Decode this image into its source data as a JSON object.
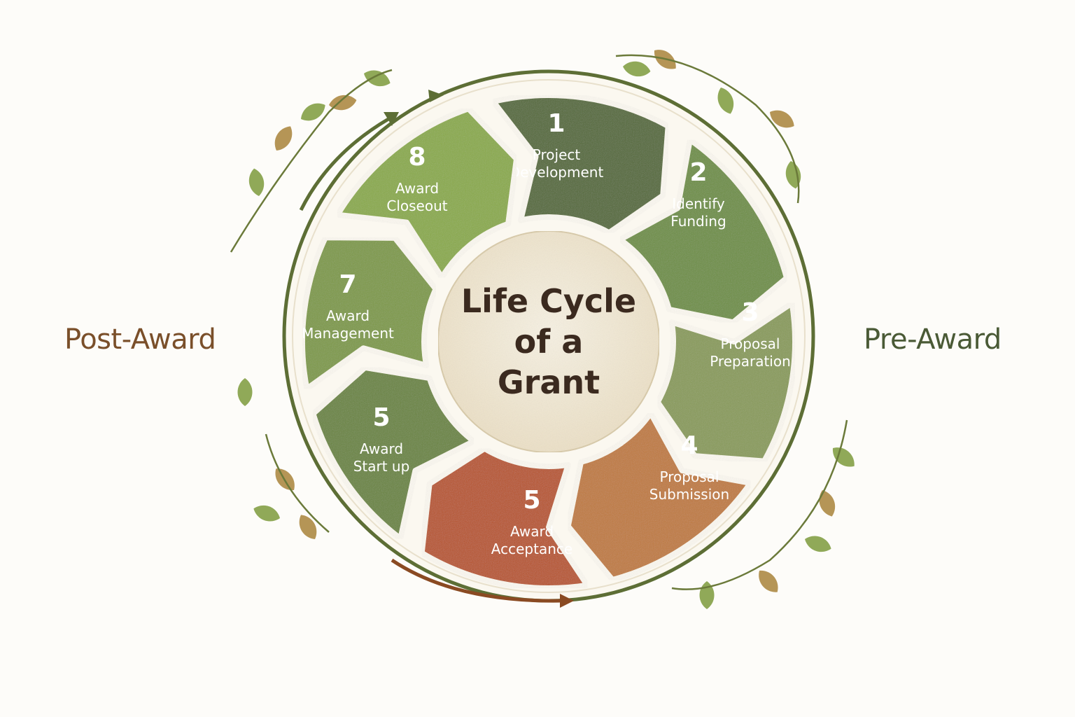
{
  "labels": {
    "left": "Post-Award",
    "right": "Pre-Award"
  },
  "center": {
    "title_lines": [
      "Life Cycle",
      "of a",
      "Grant"
    ]
  },
  "segments": [
    {
      "number": "1",
      "lines": [
        "Project",
        "Development"
      ],
      "color": "#556b38"
    },
    {
      "number": "2",
      "lines": [
        "Identify",
        "Funding"
      ],
      "color": "#6e8f44"
    },
    {
      "number": "3",
      "lines": [
        "Proposal",
        "Preparation"
      ],
      "color": "#899b5a"
    },
    {
      "number": "4",
      "lines": [
        "Proposal",
        "Submission"
      ],
      "color": "#c07a3c"
    },
    {
      "number": "5",
      "lines": [
        "Award",
        "Acceptance"
      ],
      "color": "#b8542a"
    },
    {
      "number": "5",
      "lines": [
        "Award",
        "Start up"
      ],
      "color": "#6b8540"
    },
    {
      "number": "7",
      "lines": [
        "Award",
        "Management"
      ],
      "color": "#7e9a46"
    },
    {
      "number": "8",
      "lines": [
        "Award",
        "Closeout"
      ],
      "color": "#8aaa4a"
    }
  ],
  "colors": {
    "center_fill": "#f2e9d6",
    "ring_stroke": "#5d6e35",
    "arrow_brown": "#8a4a22",
    "leaf_green": "#7d9a3c",
    "leaf_brown": "#a8823a"
  }
}
